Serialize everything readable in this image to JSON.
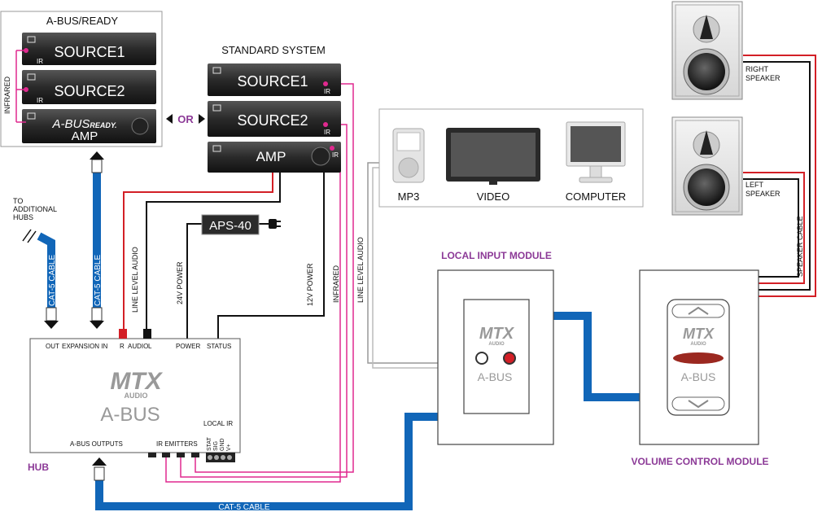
{
  "abus_ready_box": {
    "title": "A-BUS/READY",
    "source1": "SOURCE1",
    "source2": "SOURCE2",
    "ir": "IR",
    "amp_brand": "A-BUS",
    "amp_brand_suffix": "READY.",
    "amp": "AMP",
    "infrared": "INFRARED"
  },
  "or_label": "OR",
  "standard_system": {
    "title": "STANDARD SYSTEM",
    "source1": "SOURCE1",
    "source2": "SOURCE2",
    "amp": "AMP",
    "ir": "IR"
  },
  "aps": {
    "label": "APS-40"
  },
  "devices": {
    "mp3": "MP3",
    "video": "VIDEO",
    "computer": "COMPUTER"
  },
  "speakers": {
    "right": [
      "RIGHT",
      "SPEAKER"
    ],
    "left": [
      "LEFT",
      "SPEAKER"
    ]
  },
  "cable_labels": {
    "to_additional": [
      "TO",
      "ADDITIONAL",
      "HUBS"
    ],
    "cat5_left": "CAT-5 CABLE",
    "cat5_expansion": "CAT-5 CABLE",
    "cat5_bottom": "CAT-5 CABLE",
    "cat5_right": "CAT-5 CABLE",
    "line_level_audio_1": "LINE LEVEL AUDIO",
    "power_24v": "24V POWER",
    "power_12v": "12V POWER",
    "infrared": "INFRARED",
    "line_level_audio_2": "LINE LEVEL AUDIO",
    "speaker_cable": "SPEAKER CABLE"
  },
  "hub": {
    "label": "HUB",
    "out": "OUT",
    "expansion_in": "EXPANSION IN",
    "r": "R",
    "audio": "AUDIO",
    "l": "L",
    "power": "POWER",
    "status": "STATUS",
    "logo_mtx": "MTX",
    "logo_audio": "AUDIO",
    "logo_abus": "A-BUS",
    "local_ir": "LOCAL IR",
    "abus_outputs": "A-BUS OUTPUTS",
    "ir_emitters": "IR EMITTERS",
    "terminals": [
      "STAT",
      "SIG",
      "GND",
      "V+"
    ]
  },
  "local_input_module": {
    "title": "LOCAL INPUT MODULE",
    "logo_mtx": "MTX",
    "logo_audio": "AUDIO",
    "logo_abus": "A-BUS"
  },
  "volume_control_module": {
    "title": "VOLUME CONTROL MODULE",
    "logo_mtx": "MTX",
    "logo_audio": "AUDIO",
    "logo_abus": "A-BUS"
  },
  "colors": {
    "cat5_blue": "#1166b8",
    "infrared_pink": "#e0298f",
    "wire_red": "#d31f26",
    "module_purple": "#8c3a97",
    "device_dark": "#2b2b2b"
  }
}
